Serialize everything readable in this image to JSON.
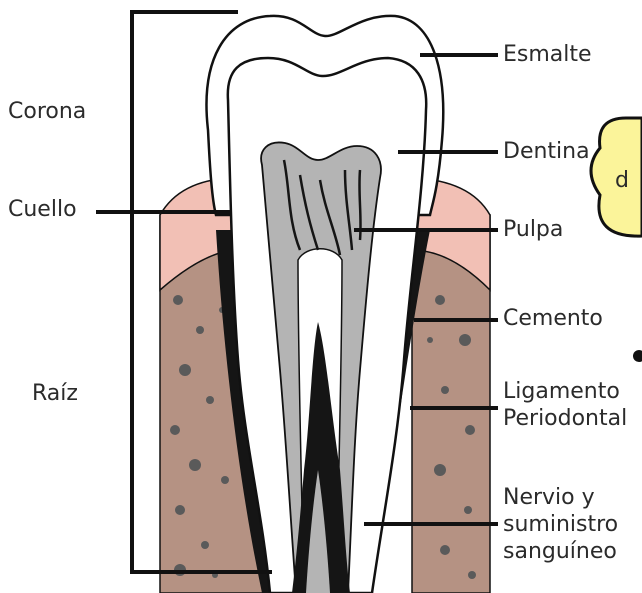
{
  "diagram": {
    "labels": {
      "corona": "Corona",
      "cuello": "Cuello",
      "raiz": "Raíz",
      "esmalte": "Esmalte",
      "dentina": "Dentina",
      "pulpa": "Pulpa",
      "cemento": "Cemento",
      "ligamento": "Ligamento\nPeriodontal",
      "nervio": "Nervio y\nsuministro\nsanguíneo"
    },
    "bubble_fragment": "d",
    "colors": {
      "enamel": "#ffffff",
      "dentin": "#ffffff",
      "pulp": "#b4b4b4",
      "gum": "#f2c0b5",
      "bone": "#b59283",
      "bone_spots": "#5a5a5a",
      "ligament": "#151515",
      "bubble": "#fbf49a",
      "outline": "#111111"
    }
  }
}
